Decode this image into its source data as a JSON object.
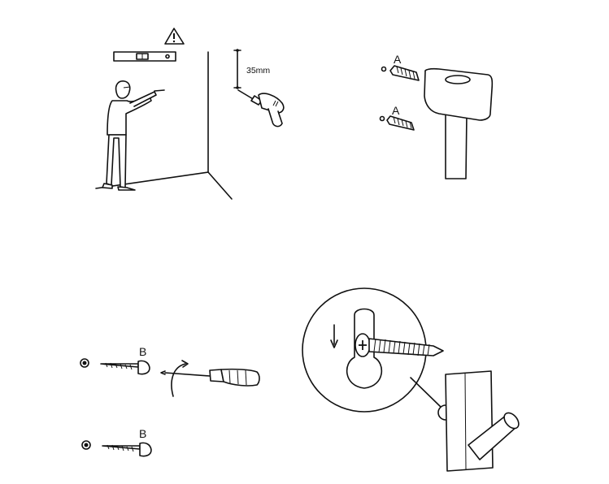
{
  "steps": {
    "step1": {
      "warning_icon": "warning-triangle-icon",
      "measurement": "35mm"
    },
    "step2": {
      "anchor_label_top": "A",
      "anchor_label_bottom": "A"
    },
    "step3": {
      "screw_label_top": "B",
      "screw_label_bottom": "B"
    },
    "step4": {
      "detail": "keyhole-mount-detail"
    }
  }
}
